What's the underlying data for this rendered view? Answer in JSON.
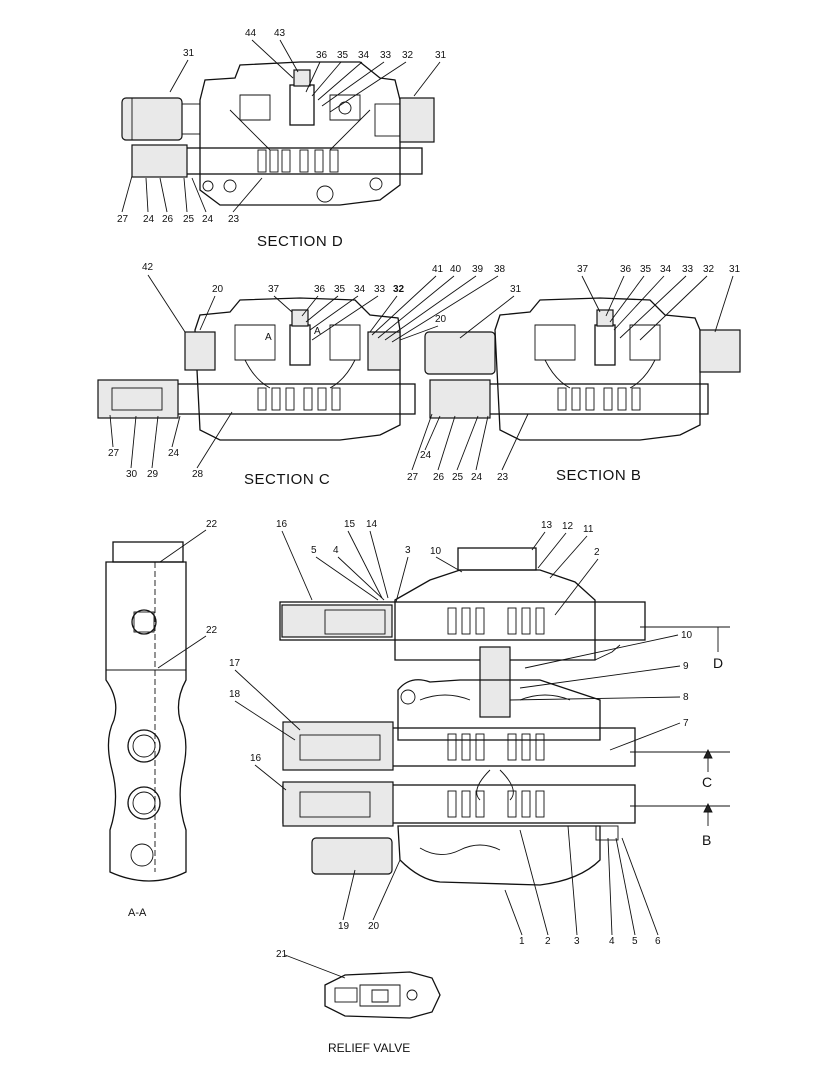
{
  "sections": {
    "d": {
      "title": "SECTION D",
      "callouts_top": [
        "31",
        "44",
        "43",
        "36",
        "35",
        "34",
        "33",
        "32",
        "31"
      ],
      "callouts_bottom": [
        "27",
        "24",
        "26",
        "25",
        "24",
        "23"
      ]
    },
    "c": {
      "title": "SECTION C",
      "callouts_top": [
        "42",
        "20",
        "37",
        "36",
        "35",
        "34",
        "33",
        "32",
        "41",
        "40",
        "39",
        "38",
        "20"
      ],
      "callouts_bottom": [
        "27",
        "30",
        "29",
        "24",
        "28"
      ],
      "section_marks": [
        "A",
        "A"
      ]
    },
    "b": {
      "title": "SECTION B",
      "callouts_top": [
        "31",
        "37",
        "36",
        "35",
        "34",
        "33",
        "32",
        "31"
      ],
      "callouts_bottom": [
        "27",
        "24",
        "26",
        "25",
        "24",
        "23"
      ]
    }
  },
  "aa_view": {
    "title": "A-A",
    "callouts": [
      "22",
      "22"
    ]
  },
  "main_view": {
    "callouts_top": [
      "16",
      "15",
      "14",
      "5",
      "4",
      "3",
      "13",
      "12",
      "11",
      "10",
      "2"
    ],
    "callouts_right": [
      "10",
      "9",
      "8",
      "7"
    ],
    "callouts_left": [
      "17",
      "18",
      "16"
    ],
    "callouts_bottom": [
      "19",
      "20",
      "1",
      "2",
      "3",
      "4",
      "5",
      "6"
    ],
    "section_refs": [
      "D",
      "C",
      "B"
    ]
  },
  "relief_valve": {
    "title": "RELIEF VALVE",
    "callouts": [
      "21"
    ]
  }
}
